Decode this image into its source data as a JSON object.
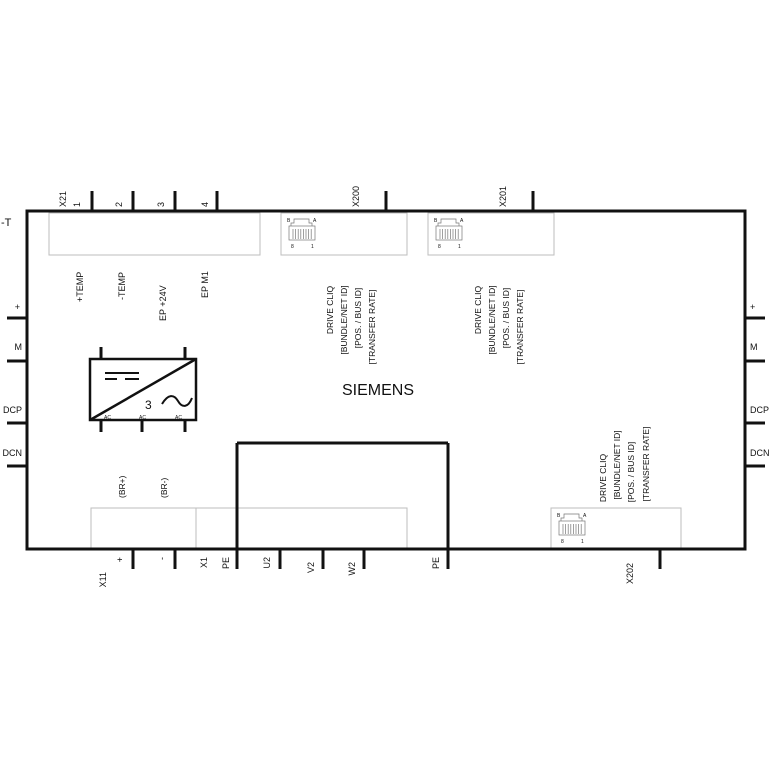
{
  "device": {
    "designation": "-T",
    "brand": "SIEMENS",
    "converter_symbol": {
      "phases": "3",
      "ac_labels": [
        "AC",
        "AC",
        "AC"
      ]
    }
  },
  "top_terminals": {
    "x21": {
      "name": "X21",
      "pins": [
        "1",
        "2",
        "3",
        "4"
      ],
      "signals": [
        "+TEMP",
        "-TEMP",
        "EP +24V",
        "EP M1"
      ]
    },
    "x200": {
      "name": "X200"
    },
    "x201": {
      "name": "X201"
    }
  },
  "rj45": {
    "pin_labels": {
      "b": "B",
      "a": "A",
      "first": "8",
      "last": "1"
    }
  },
  "drive_cliq_blocks": [
    {
      "lines": [
        "DRIVE CLIQ",
        "[BUNDLE/NET ID]",
        "[POS. / BUS ID]",
        "[TRANSFER RATE]"
      ]
    },
    {
      "lines": [
        "DRIVE CLIQ",
        "[BUNDLE/NET ID]",
        "[POS. / BUS ID]",
        "[TRANSFER RATE]"
      ]
    },
    {
      "lines": [
        "DRIVE CLIQ",
        "[BUNDLE/NET ID]",
        "[POS. / BUS ID]",
        "[TRANSFER RATE]"
      ]
    }
  ],
  "side_terminals": {
    "left": [
      "+",
      "M",
      "DCP",
      "DCN"
    ],
    "right": [
      "+",
      "M",
      "DCP",
      "DCN"
    ]
  },
  "bottom_terminals": {
    "x11": {
      "name": "X11",
      "pins": [
        "+",
        "-"
      ],
      "signals": [
        "(BR+)",
        "(BR-)"
      ]
    },
    "x1": {
      "name": "X1",
      "pins": [
        "PE",
        "U2",
        "V2",
        "W2",
        "PE"
      ]
    },
    "x202": {
      "name": "X202"
    }
  }
}
